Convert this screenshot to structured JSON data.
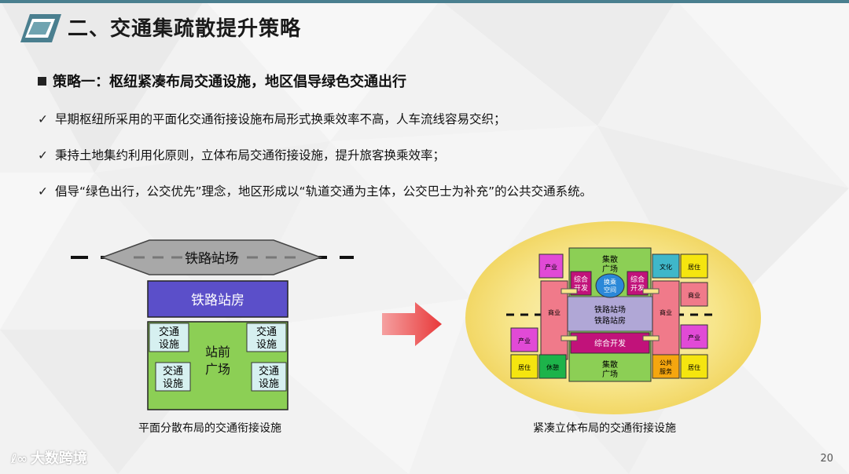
{
  "slide": {
    "title": "二、交通集疏散提升策略",
    "strategy": "策略一：枢纽紧凑布局交通设施，地区倡导绿色交通出行",
    "bullets": [
      "早期枢纽所采用的平面化交通衔接设施布局形式换乘效率不高，人车流线容易交织；",
      "秉持土地集约利用化原则，立体布局交通衔接设施，提升旅客换乘效率；",
      "倡导“绿色出行，公交优先”理念，地区形成以“轨道交通为主体，公交巴士为补充”的公共交通系统。"
    ],
    "check_glyph": "✓",
    "page_number": "20",
    "watermark": "大数跨境",
    "watermark_icon": "ℓ∞"
  },
  "left_diagram": {
    "caption": "平面分散布局的交通衔接设施",
    "station_yard": "铁路站场",
    "station_house": "铁路站房",
    "plaza": [
      "站前",
      "广场"
    ],
    "facility": [
      "交通",
      "设施"
    ]
  },
  "right_diagram": {
    "caption": "紧凑立体布局的交通衔接设施",
    "top_plaza": [
      "集散",
      "广场"
    ],
    "bottom_plaza": [
      "集散",
      "广场"
    ],
    "mixed_dev_left": [
      "综合",
      "开发"
    ],
    "mixed_dev_right": [
      "综合",
      "开发"
    ],
    "transfer": [
      "换乘",
      "空间"
    ],
    "station_yard": "铁路站场",
    "station_house": "铁路站房",
    "mixed_dev_bottom": "综合开发",
    "industry": "产业",
    "commerce": "商业",
    "culture": "文化",
    "residence": "居住",
    "leisure": "休憩",
    "public_service": [
      "公共",
      "服务"
    ]
  },
  "colors": {
    "accent_teal": "#4a7f8f",
    "station_house": "#5b4fc9",
    "plaza_green": "#8ccf55",
    "facility_cyan": "#d6f0f0",
    "arrow_red": "#e8393a",
    "magenta": "#c1127a",
    "pink": "#f07a8a",
    "oval_yellow": "#f7e58a"
  }
}
